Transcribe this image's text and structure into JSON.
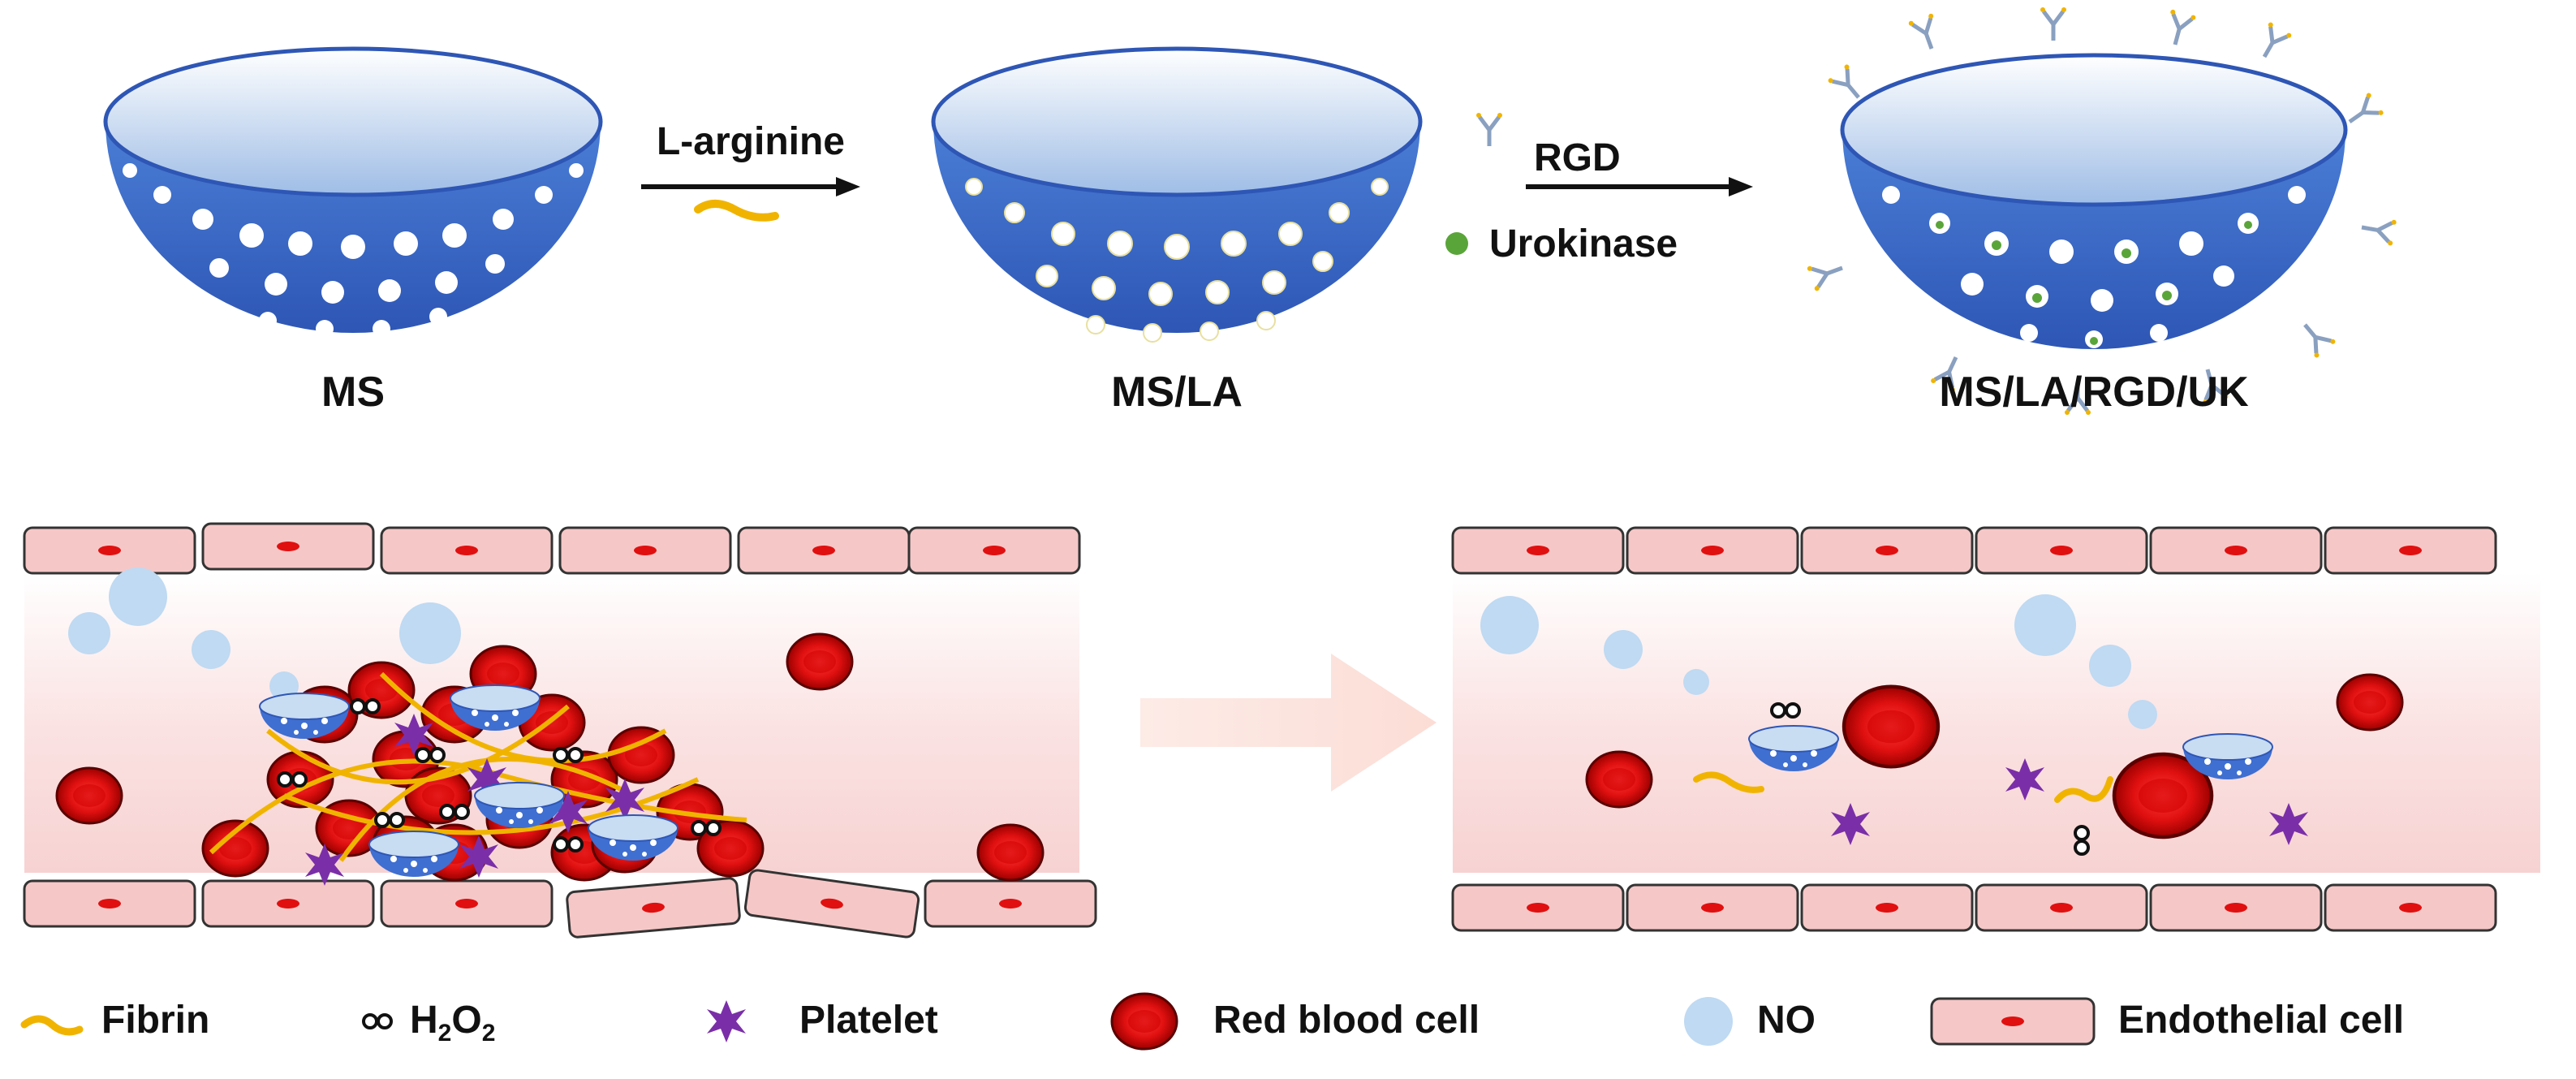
{
  "top": {
    "stages": [
      "MS",
      "MS/LA",
      "MS/LA/RGD/UK"
    ],
    "step1_label": "L-arginine",
    "step2_labels": [
      "RGD",
      "Urokinase"
    ]
  },
  "legend": {
    "items": [
      "Fibrin",
      "Platelet",
      "Red blood cell",
      "NO",
      "Endothelial cell"
    ],
    "h2o2": {
      "base": "H",
      "sub1": "2",
      "mid": "O",
      "sub2": "2"
    }
  },
  "colors": {
    "sphere_blue": "#3f6fd1",
    "sphere_top": "#c8dcf2",
    "fibrin": "#f0b400",
    "platelet": "#7a2fa8",
    "rbc": "#e01010",
    "no": "#bfdaf2",
    "vessel_wall": "#f6c7c7",
    "lumen": "#fbe6e6"
  }
}
